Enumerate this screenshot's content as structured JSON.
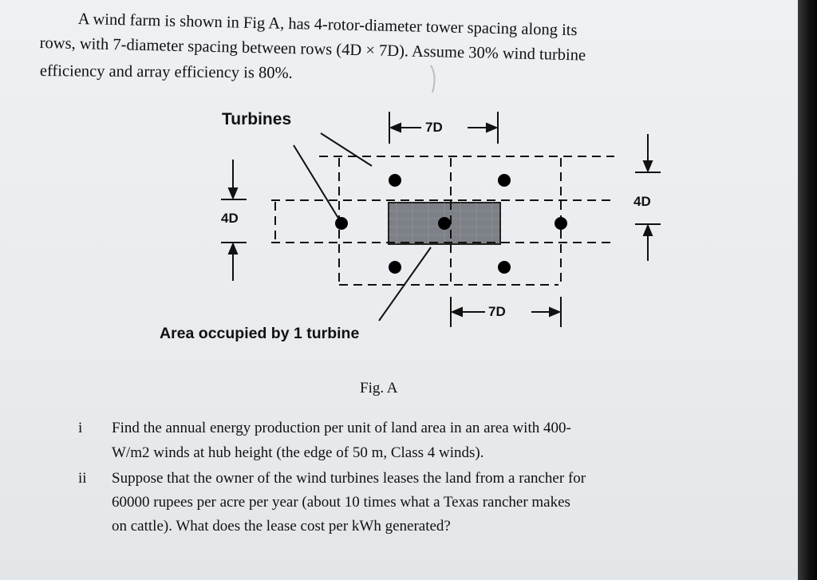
{
  "problem": {
    "intro_lines": [
      "A wind farm is shown in Fig A, has 4-rotor-diameter tower spacing along its",
      "rows, with 7-diameter spacing between rows (4D  × 7D). Assume 30% wind turbine",
      "efficiency and array efficiency is 80%."
    ]
  },
  "figure": {
    "turbines_label": "Turbines",
    "dim_top": "7D",
    "dim_bottom": "7D",
    "dim_left": "4D",
    "dim_right": "4D",
    "area_label": "Area occupied by 1 turbine",
    "caption": "Fig. A",
    "colors": {
      "shaded_area": "#7d8086",
      "turbine": "#000000"
    }
  },
  "questions": [
    {
      "number": "i",
      "lines": [
        "Find the annual energy production per unit of land area in an area with 400-",
        "W/m2 winds at hub height (the edge of 50 m, Class 4 winds)."
      ]
    },
    {
      "number": "ii",
      "lines": [
        "Suppose that the owner of the wind turbines leases the land from a rancher for",
        "60000 rupees per acre per year (about 10 times what a Texas rancher makes",
        "on cattle). What does the lease cost per kWh generated?"
      ]
    }
  ]
}
